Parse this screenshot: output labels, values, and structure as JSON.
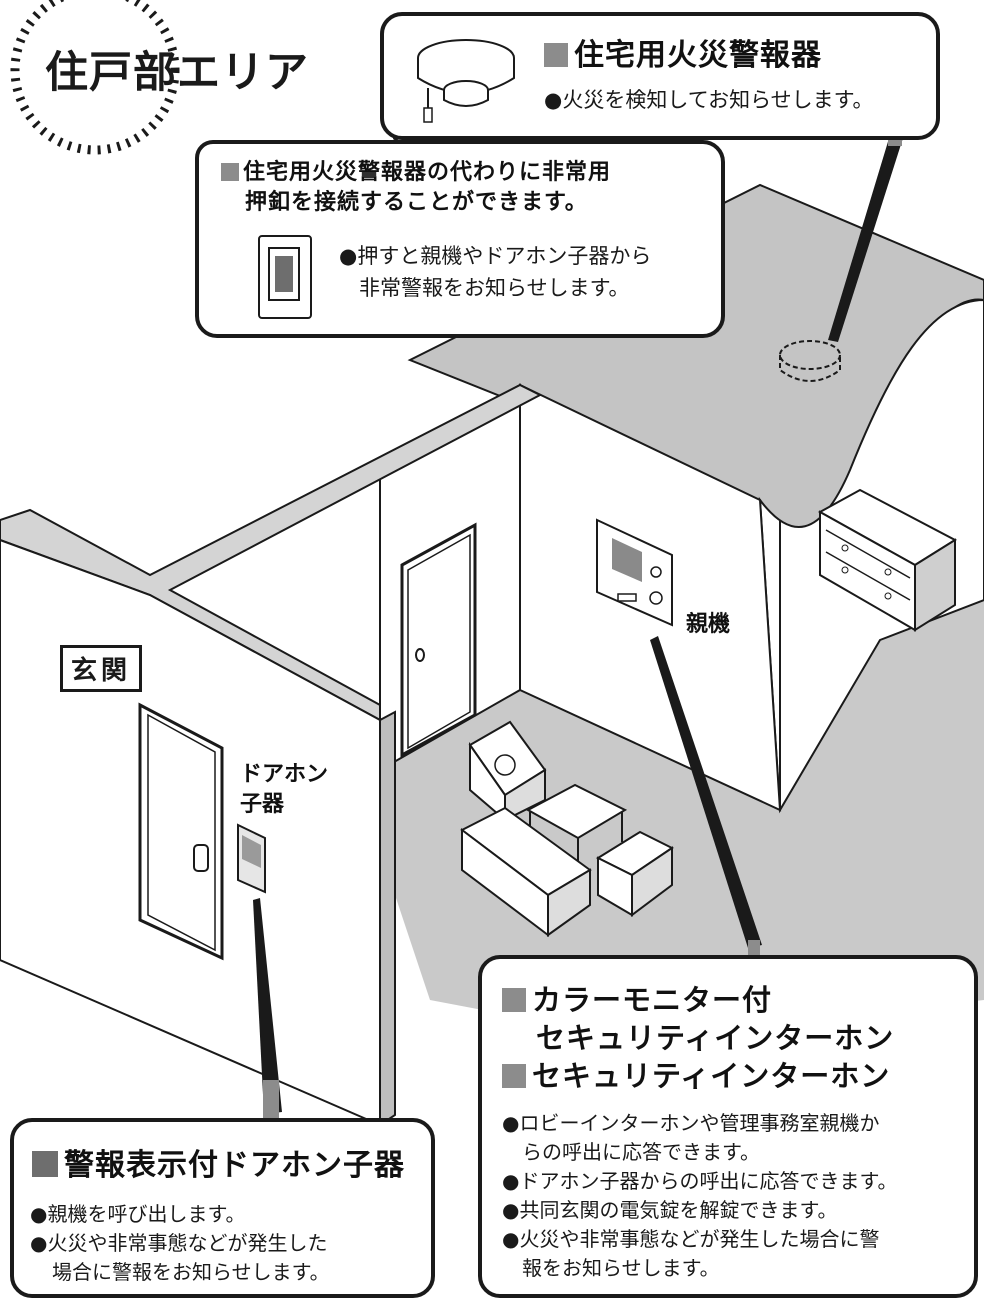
{
  "area_badge": {
    "label": "住戸部エリア"
  },
  "smoke_detector": {
    "title": "住宅用火災警報器",
    "desc": "●火災を検知してお知らせします。"
  },
  "emergency_button": {
    "title_line1": "住宅用火災警報器の代わりに非常用",
    "title_line2": "押釦を接続することができます。",
    "desc_line1": "●押すと親機やドアホン子器から",
    "desc_line2": "非常警報をお知らせします。"
  },
  "room_labels": {
    "entrance": "玄関",
    "door_phone_line1": "ドアホン",
    "door_phone_line2": "子器",
    "master_unit": "親機"
  },
  "door_phone_callout": {
    "title": "警報表示付ドアホン子器",
    "items": [
      "●親機を呼び出します。",
      "●火災や非常事態などが発生した",
      "場合に警報をお知らせします。"
    ]
  },
  "intercom_callout": {
    "title_line1": "カラーモニター付",
    "title_line2": "セキュリティインターホン",
    "title_line3": "セキュリティインターホン",
    "items": [
      "●ロビーインターホンや管理事務室親機か",
      "らの呼出に応答できます。",
      "●ドアホン子器からの呼出に応答できます。",
      "●共同玄関の電気錠を解錠できます。",
      "●火災や非常事態などが発生した場合に警",
      "報をお知らせします。"
    ]
  },
  "colors": {
    "floor": "#c9c9c9",
    "wall": "#ffffff",
    "outline": "#1a1a1a",
    "marker": "#8c8c8c"
  }
}
